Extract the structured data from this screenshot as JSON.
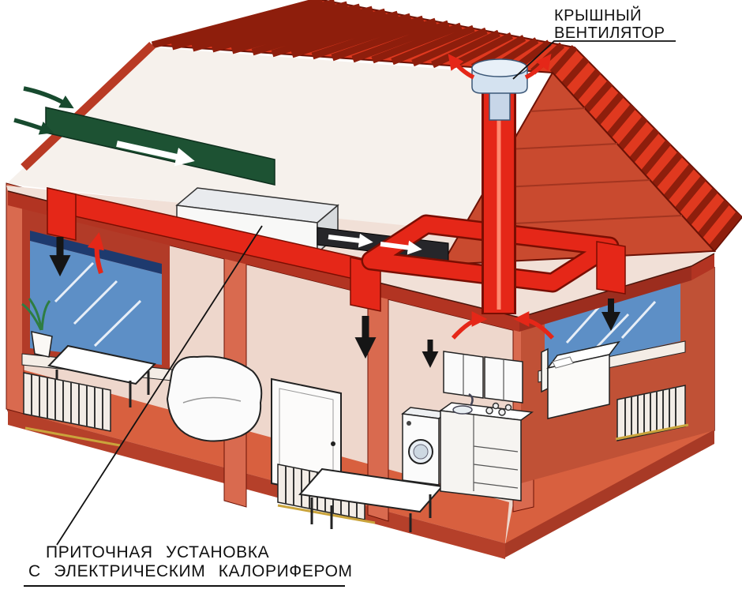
{
  "labels": {
    "roof_fan": {
      "line1": "КРЫШНЫЙ",
      "line2": "ВЕНТИЛЯТОР"
    },
    "supply_unit": {
      "line1": "ПРИТОЧНАЯ УСТАНОВКА",
      "line2": "С ЭЛЕКТРИЧЕСКИМ КАЛОРИФЕРОМ"
    }
  },
  "colors": {
    "roof_red": "#e0391f",
    "roof_stripe": "#8e1e0c",
    "gable_red": "#c94a2f",
    "wall_cut_salmon": "#d96a4f",
    "ceiling_band": "#b23422",
    "floor_orange": "#d8603f",
    "window_blue": "#5d8fc6",
    "window_frame_navy": "#1e3a6e",
    "duct_red": "#e52718",
    "duct_green": "#1d5233",
    "duct_black": "#26262a",
    "fan_blue": "#d4e2f0",
    "pipe_tan": "#caa43c"
  }
}
